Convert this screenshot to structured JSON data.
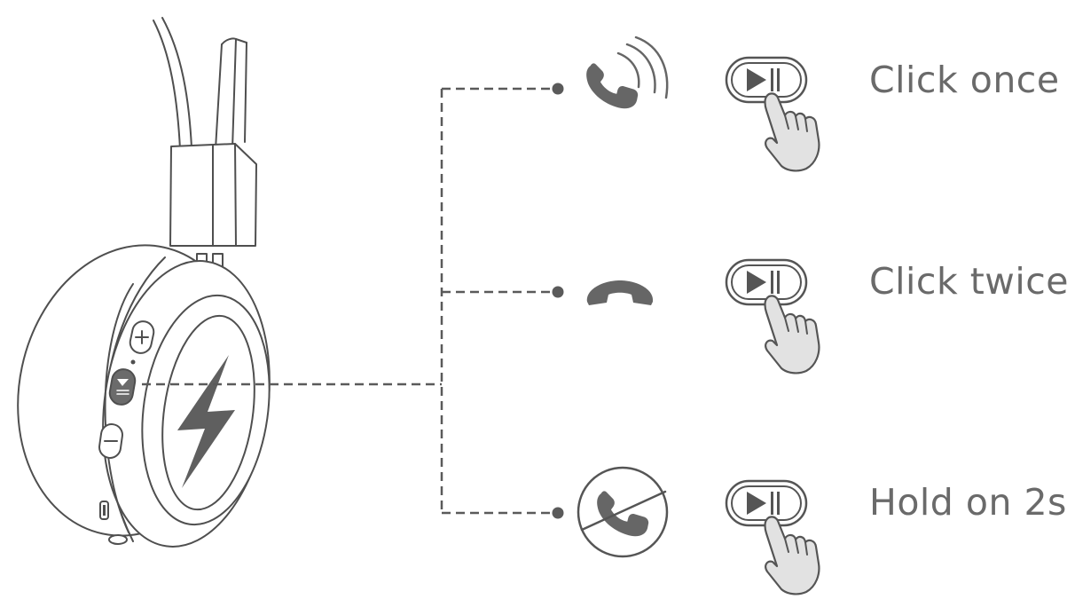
{
  "actions": [
    {
      "label": "Click once",
      "call_icon": "incoming-call-icon"
    },
    {
      "label": "Click twice",
      "call_icon": "hang-up-icon"
    },
    {
      "label": "Hold on 2s",
      "call_icon": "reject-call-icon"
    }
  ],
  "icons": {
    "headphone": "headphone-illustration",
    "lightning": "lightning-bolt-icon",
    "play_pause_button": "play-pause-button-icon",
    "pointer_hand": "pointing-hand-icon"
  },
  "colors": {
    "line": "#5a5a5a",
    "icon": "#666666",
    "hand_fill": "#e2e2e2",
    "label": "#6a6a6a"
  }
}
